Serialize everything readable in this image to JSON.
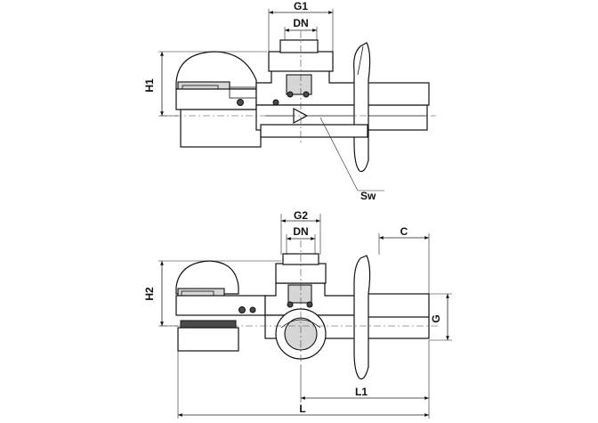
{
  "labels": {
    "g1": "G1",
    "dn_top": "DN",
    "h1": "H1",
    "sw": "Sw",
    "g2": "G2",
    "dn_bottom": "DN",
    "c": "C",
    "h2": "H2",
    "g": "G",
    "l1": "L1",
    "l": "L"
  },
  "colors": {
    "line": "#111111",
    "section_fill": "#d6d6d6",
    "dark_fill": "#4a4a4a"
  }
}
